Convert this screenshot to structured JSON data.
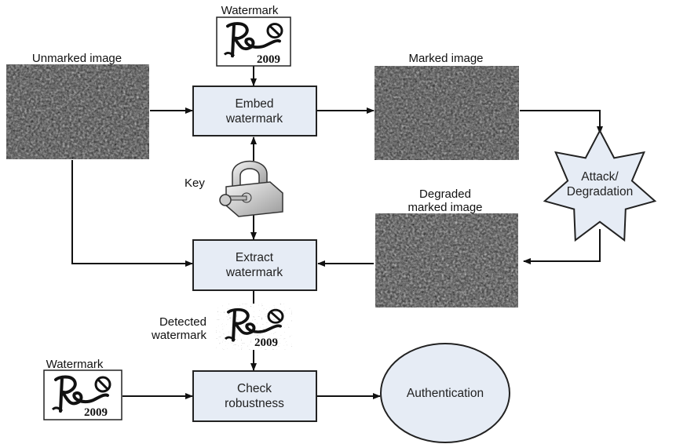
{
  "labels": {
    "watermark_top": "Watermark",
    "unmarked_image": "Unmarked image",
    "marked_image": "Marked image",
    "key": "Key",
    "degraded_line1": "Degraded",
    "degraded_line2": "marked image",
    "detected_line1": "Detected",
    "detected_line2": "watermark",
    "watermark_bottom": "Watermark"
  },
  "boxes": {
    "embed_line1": "Embed",
    "embed_line2": "watermark",
    "extract_line1": "Extract",
    "extract_line2": "watermark",
    "check_line1": "Check",
    "check_line2": "robustness",
    "attack_line1": "Attack/",
    "attack_line2": "Degradation",
    "authentication": "Authentication"
  },
  "watermark_year": "2009",
  "colors": {
    "box_fill": "#e6ecf5",
    "stroke": "#222222",
    "image_dark": "#2a2a2a"
  }
}
